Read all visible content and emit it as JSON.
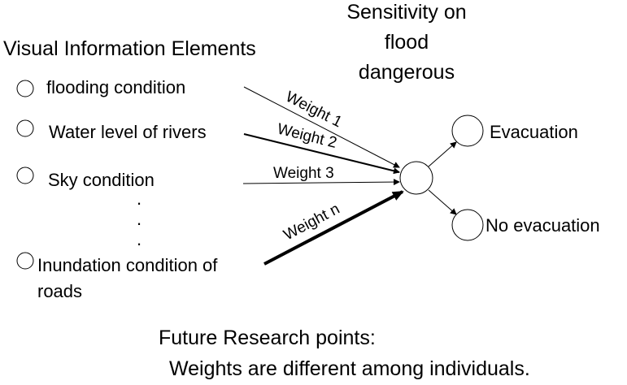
{
  "title_left": "Visual Information Elements",
  "title_right": [
    "Sensitivity on",
    "flood",
    "dangerous"
  ],
  "inputs": [
    "flooding condition",
    "Water level of rivers",
    "Sky condition",
    "Inundation condition of",
    "roads"
  ],
  "weights": [
    "Weight 1",
    "Weight 2",
    "Weight 3",
    "Weight n"
  ],
  "outputs": [
    "Evacuation",
    "No evacuation"
  ],
  "dots": ".",
  "future": {
    "heading": "Future Research points:",
    "body": "Weights are different among individuals."
  }
}
